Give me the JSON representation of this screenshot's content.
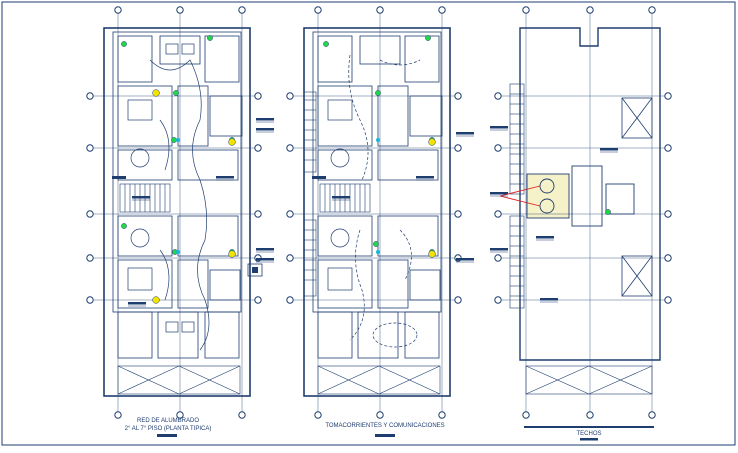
{
  "drawing": {
    "colors": {
      "line": "#1f3e70",
      "accent_green": "#22d84a",
      "accent_yellow": "#f2e300",
      "accent_red": "#e02020",
      "accent_cyan": "#18b8d8",
      "text": "#1f3e70"
    },
    "plans": [
      {
        "id": "lighting",
        "caption_line1": "RED DE ALUMBRADO",
        "caption_line2": "2° AL 7° PISO (PLANTA TIPICA)"
      },
      {
        "id": "outlets",
        "caption_line1": "TOMACORRIENTES Y COMUNICACIONES",
        "caption_line2": ""
      },
      {
        "id": "roof",
        "caption_line1": "TECHOS",
        "caption_line2": ""
      }
    ]
  }
}
